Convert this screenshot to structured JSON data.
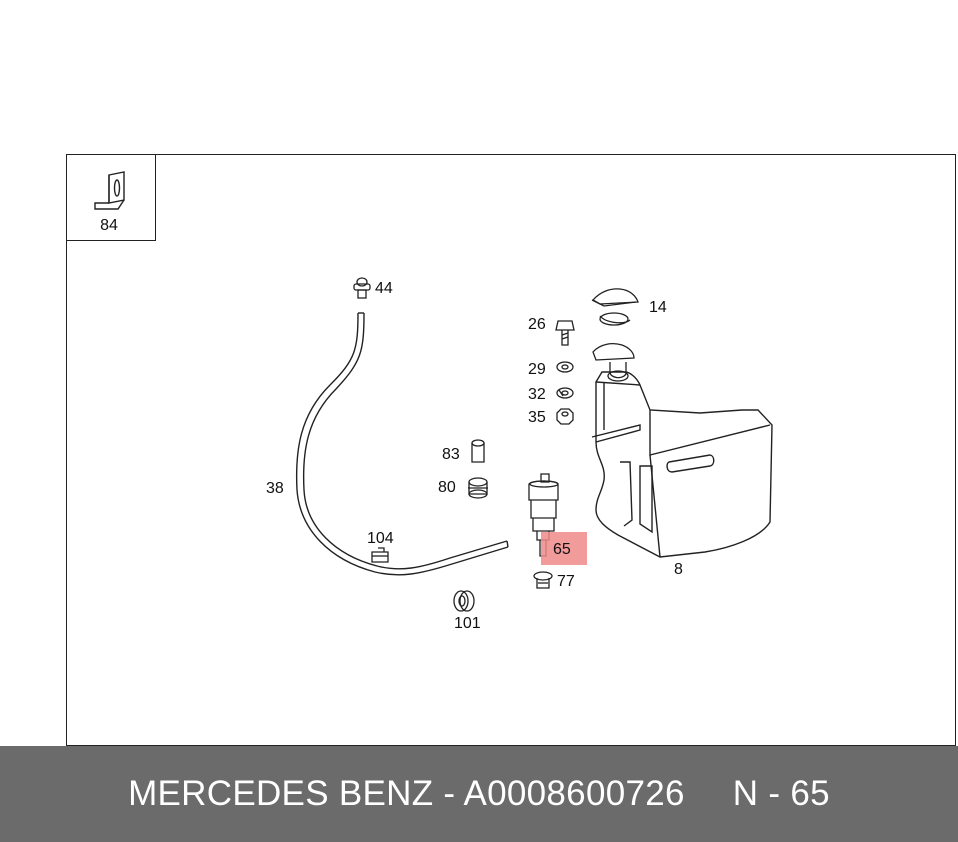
{
  "inset": {
    "part_label": "84"
  },
  "parts": [
    {
      "id": "44"
    },
    {
      "id": "14"
    },
    {
      "id": "26"
    },
    {
      "id": "29"
    },
    {
      "id": "32"
    },
    {
      "id": "35"
    },
    {
      "id": "83"
    },
    {
      "id": "80"
    },
    {
      "id": "38"
    },
    {
      "id": "104"
    },
    {
      "id": "65"
    },
    {
      "id": "77"
    },
    {
      "id": "101"
    },
    {
      "id": "8"
    }
  ],
  "highlight": {
    "part": "65",
    "color": "#f08a8a"
  },
  "footer": {
    "brand": "MERCEDES BENZ - A0008600726",
    "ref": "N - 65"
  }
}
